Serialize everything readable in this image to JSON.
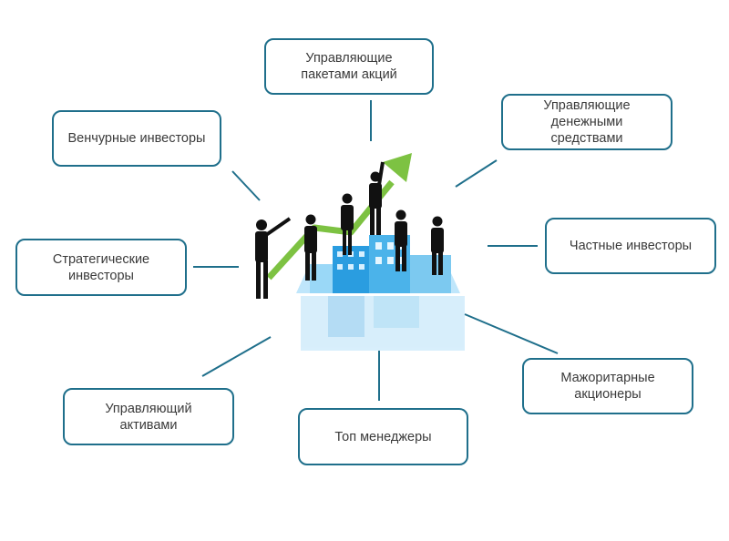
{
  "nodes": [
    {
      "id": "top",
      "label": "Управляющие\nпакетами акций"
    },
    {
      "id": "top-right",
      "label": "Управляющие\nденежными\nсредствами"
    },
    {
      "id": "top-left",
      "label": "Венчурные инвесторы"
    },
    {
      "id": "right",
      "label": "Частные инвесторы"
    },
    {
      "id": "left",
      "label": "Стратегические\nинвесторы"
    },
    {
      "id": "bottom-right",
      "label": "Мажоритарные\nакционеры"
    },
    {
      "id": "bottom",
      "label": "Топ менеджеры"
    },
    {
      "id": "bottom-left",
      "label": "Управляющий\nактивами"
    }
  ],
  "colors": {
    "border": "#1f6f8b",
    "line": "#1f6f8b",
    "arrow": "#7dc242",
    "building": "#2a9de0",
    "silhouette": "#111111"
  }
}
